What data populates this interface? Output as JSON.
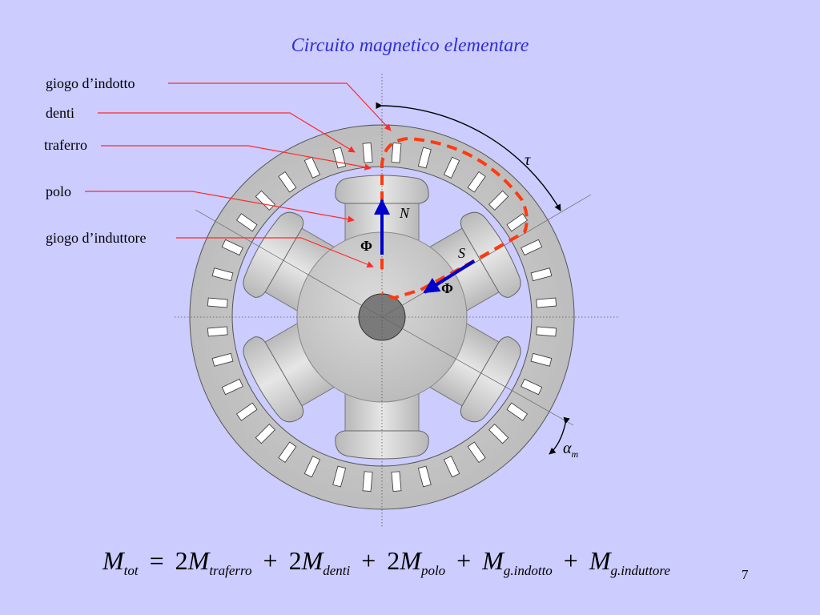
{
  "title": "Circuito magnetico elementare",
  "labels": {
    "giogo_indotto": "giogo d’indotto",
    "denti": "denti",
    "traferro": "traferro",
    "polo": "polo",
    "giogo_induttore": "giogo d’induttore"
  },
  "symbols": {
    "tau": "τ",
    "north": "N",
    "south": "S",
    "phi_north": "Φ",
    "phi_south": "Φ",
    "alpha": "α",
    "alpha_sub": "m"
  },
  "formula": {
    "lhs_var": "M",
    "lhs_sub": "tot",
    "equals": "=",
    "t1_coef": "2",
    "t1_var": "M",
    "t1_sub": "traferro",
    "plus1": "+",
    "t2_coef": "2",
    "t2_var": "M",
    "t2_sub": "denti",
    "plus2": "+",
    "t3_coef": "2",
    "t3_var": "M",
    "t3_sub": "polo",
    "plus3": "+",
    "t4_var": "M",
    "t4_sub": "g.indotto",
    "plus4": "+",
    "t5_var": "M",
    "t5_sub": "g.induttore"
  },
  "page_number": "7",
  "colors": {
    "background": "#ccccff",
    "title": "#2f2fd6",
    "leader_lines": "#ff2a2a",
    "flux_path": "#ff3a10",
    "flux_arrow": "#0000cc",
    "iron": "#c8c8c8",
    "shaft": "#7a7a7a"
  }
}
